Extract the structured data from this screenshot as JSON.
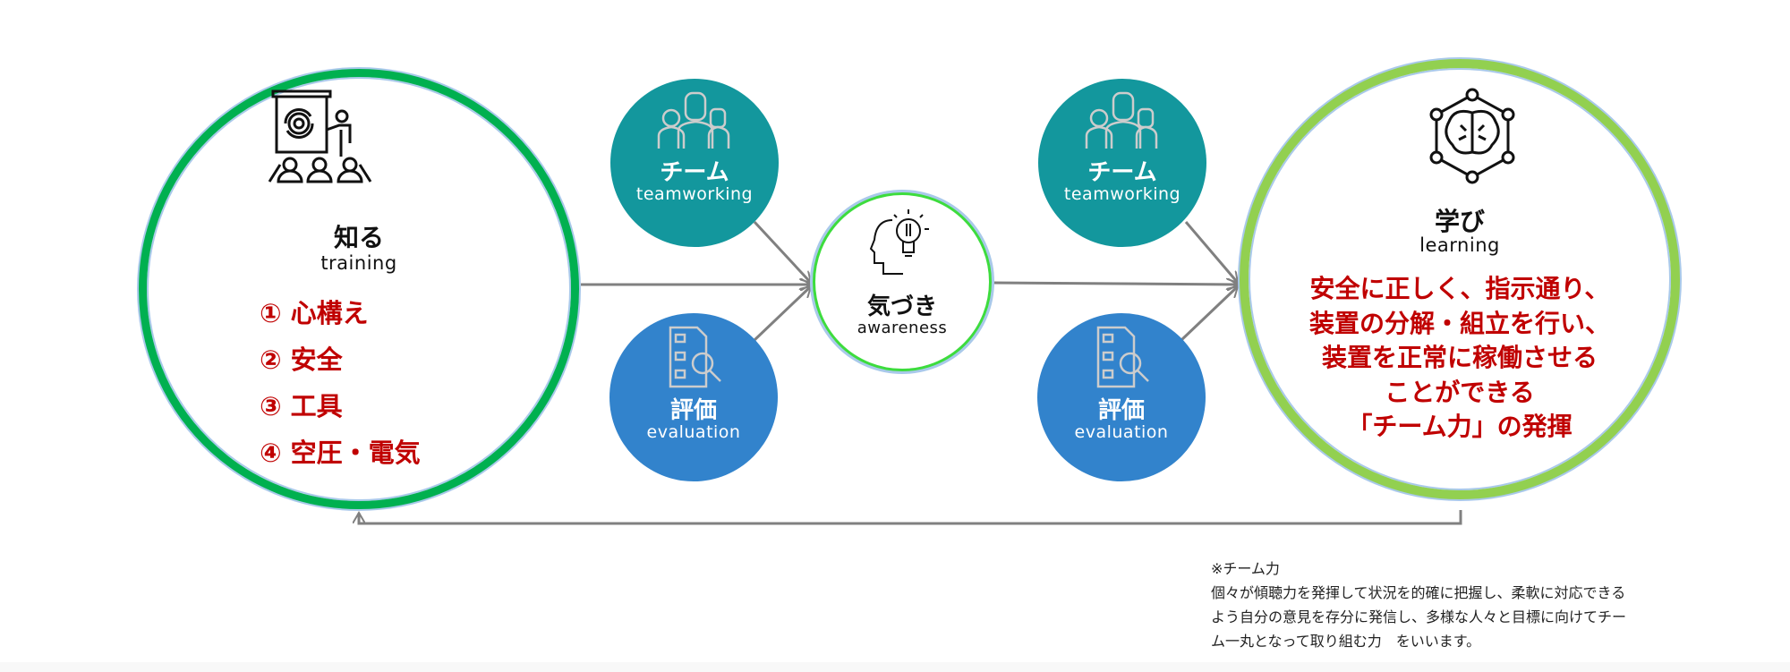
{
  "training": {
    "title": "知る",
    "subtitle": "training",
    "items": [
      "① 心構え",
      "② 安全",
      "③ 工具",
      "④ 空圧・電気"
    ]
  },
  "team_left": {
    "title": "チーム",
    "subtitle": "teamworking"
  },
  "eval_left": {
    "title": "評価",
    "subtitle": "evaluation"
  },
  "awareness": {
    "title": "気づき",
    "subtitle": "awareness"
  },
  "team_right": {
    "title": "チーム",
    "subtitle": "teamworking"
  },
  "eval_right": {
    "title": "評価",
    "subtitle": "evaluation"
  },
  "learning": {
    "title": "学び",
    "subtitle": "learning",
    "lines": [
      "安全に正しく、指示通り、",
      "装置の分解・組立を行い、",
      "装置を正常に稼働させる",
      "ことができる",
      "「チーム力」の発揮"
    ]
  },
  "note": {
    "heading": "※チーム力",
    "lines": [
      "個々が傾聴力を発揮して状況を的確に把握し、柔軟に対応できる",
      "よう自分の意見を存分に発信し、多様な人々と目標に向けてチー",
      "ム一丸となって取り組む力　をいいます。"
    ]
  },
  "colors": {
    "training_ring": "#00b050",
    "learning_ring": "#92d050",
    "teal": "#13979d",
    "blue": "#3283cc",
    "red": "#c00000",
    "arrow": "#808080"
  }
}
